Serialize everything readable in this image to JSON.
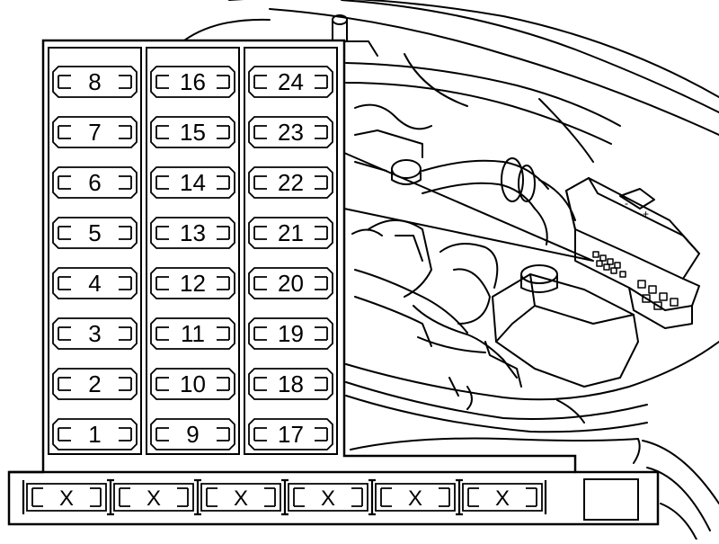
{
  "diagram": {
    "fuse_columns": [
      [
        "8",
        "7",
        "6",
        "5",
        "4",
        "3",
        "2",
        "1"
      ],
      [
        "16",
        "15",
        "14",
        "13",
        "12",
        "11",
        "10",
        "9"
      ],
      [
        "24",
        "23",
        "22",
        "21",
        "20",
        "19",
        "18",
        "17"
      ]
    ],
    "relay_labels": [
      "X",
      "X",
      "X",
      "X",
      "X",
      "X"
    ],
    "cover_symbols": [
      "-",
      "+"
    ],
    "colors": {
      "line": "#000000",
      "background": "#ffffff"
    }
  }
}
